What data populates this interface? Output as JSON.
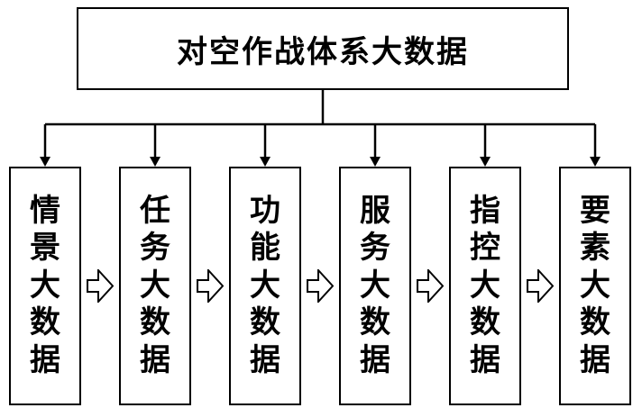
{
  "diagram": {
    "root": {
      "label": "对空作战体系大数据"
    },
    "flow_nodes": [
      {
        "label": "情景大数据"
      },
      {
        "label": "任务大数据"
      },
      {
        "label": "功能大数据"
      },
      {
        "label": "服务大数据"
      },
      {
        "label": "指控大数据"
      },
      {
        "label": "要素大数据"
      }
    ],
    "icons": {
      "down_arrow": "down-arrow-connector",
      "flow_arrow": "hollow-right-arrow"
    },
    "colors": {
      "line": "#000000",
      "box_border": "#000000",
      "box_background": "#ffffff",
      "text": "#000000"
    }
  }
}
